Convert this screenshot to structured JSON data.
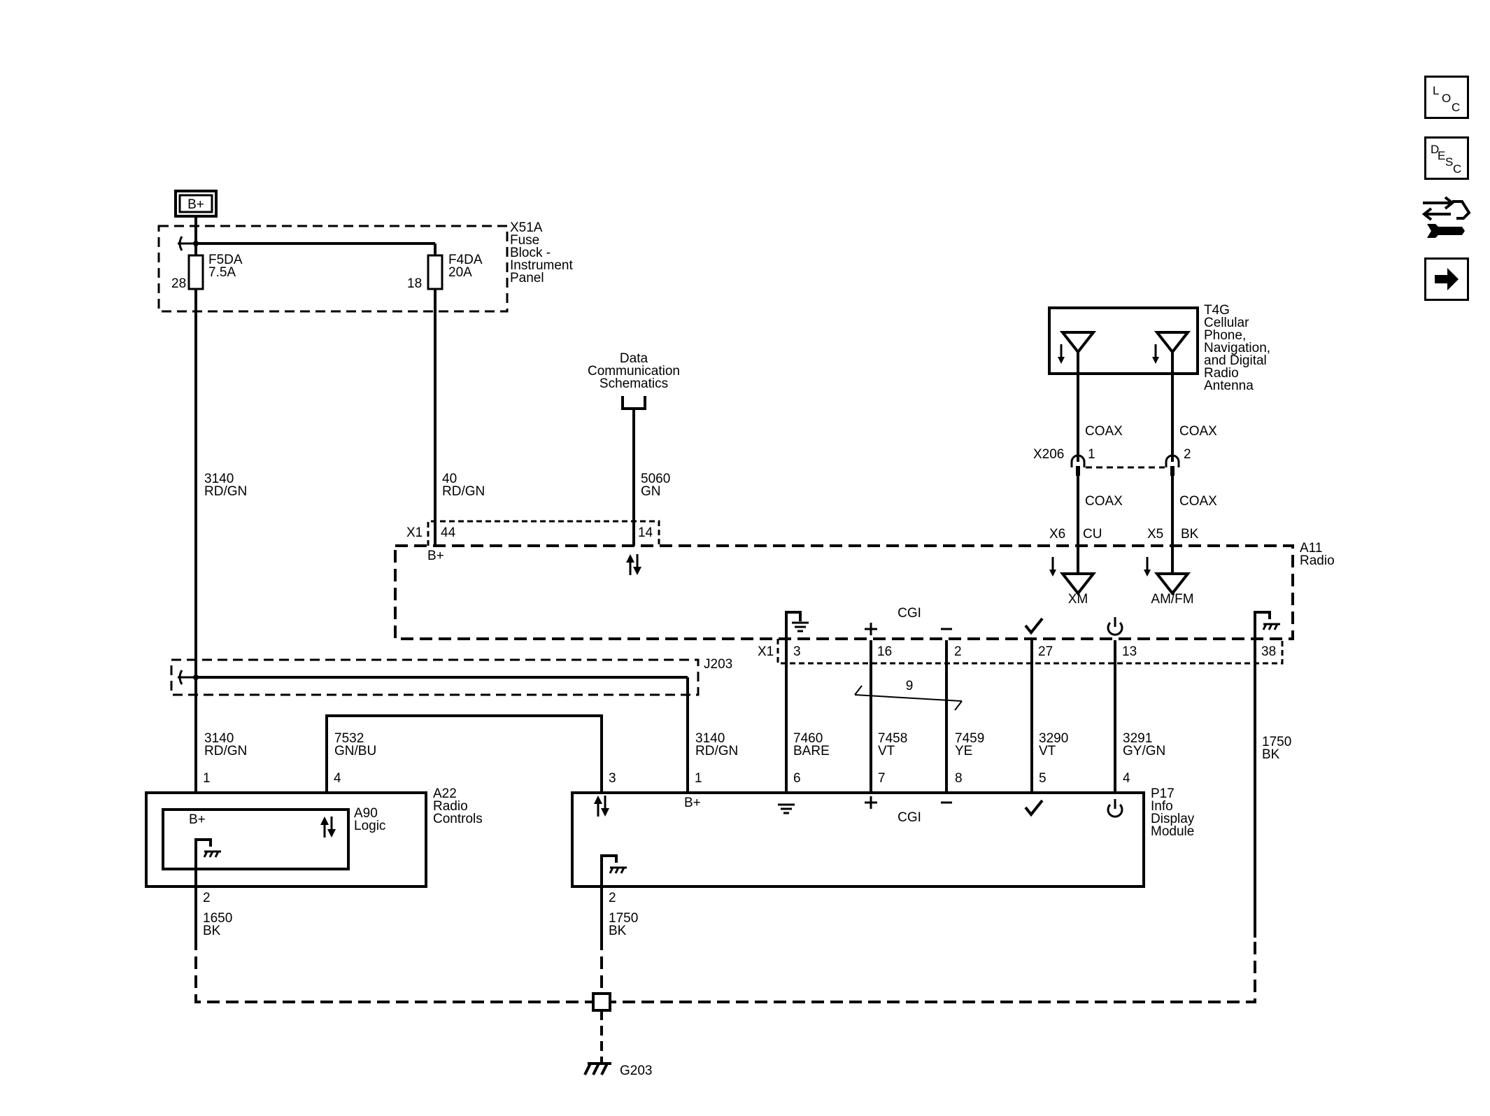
{
  "power": {
    "label": "B+"
  },
  "fuse_block": {
    "id": "X51A",
    "desc": [
      "Fuse",
      "Block -",
      "Instrument",
      "Panel"
    ],
    "fuse1": {
      "name": "F5DA",
      "rating": "7.5A",
      "pin": "28"
    },
    "fuse2": {
      "name": "F4DA",
      "rating": "20A",
      "pin": "18"
    }
  },
  "data_comm": [
    "Data",
    "Communication",
    "Schematics"
  ],
  "antenna": {
    "id": "T4G",
    "desc": [
      "Cellular",
      "Phone,",
      "Navigation,",
      "and Digital",
      "Radio",
      "Antenna"
    ]
  },
  "inline_connector": {
    "id": "X206",
    "pins": [
      "1",
      "2"
    ]
  },
  "radio": {
    "id": "A11",
    "desc": [
      "Radio"
    ],
    "cgi": "CGI",
    "xm": "XM",
    "amfm": "AM/FM",
    "b_plus": "B+",
    "connector_top": "X1",
    "connector_bottom": "X1",
    "x6": {
      "connector": "X6",
      "pin": "CU"
    },
    "x5": {
      "connector": "X5",
      "pin": "BK"
    },
    "top_pins": [
      "44",
      "14"
    ],
    "bottom_pins": [
      "3",
      "16",
      "2",
      "27",
      "13",
      "38"
    ]
  },
  "splice": {
    "id": "J203"
  },
  "radio_controls": {
    "id": "A22",
    "desc": [
      "Radio",
      "Controls"
    ],
    "logic_id": "A90",
    "logic_desc": [
      "Logic"
    ],
    "b_plus": "B+",
    "pins": [
      "1",
      "4",
      "2"
    ]
  },
  "display_module": {
    "id": "P17",
    "desc": [
      "Info",
      "Display",
      "Module"
    ],
    "cgi": "CGI",
    "b_plus": "B+",
    "pins": [
      "3",
      "1",
      "6",
      "7",
      "8",
      "5",
      "4",
      "2"
    ]
  },
  "twisted_pair": "9",
  "ground": {
    "id": "G203"
  },
  "wires": {
    "w3140_top": [
      "3140",
      "RD/GN"
    ],
    "w40": [
      "40",
      "RD/GN"
    ],
    "w5060": [
      "5060",
      "GN"
    ],
    "w3140_left": [
      "3140",
      "RD/GN"
    ],
    "w7532": [
      "7532",
      "GN/BU"
    ],
    "w3140_right": [
      "3140",
      "RD/GN"
    ],
    "w7460": [
      "7460",
      "BARE"
    ],
    "w7458": [
      "7458",
      "VT"
    ],
    "w7459": [
      "7459",
      "YE"
    ],
    "w3290": [
      "3290",
      "VT"
    ],
    "w3291": [
      "3291",
      "GY/GN"
    ],
    "w1750_right": [
      "1750",
      "BK"
    ],
    "w1650": [
      "1650",
      "BK"
    ],
    "w1750_mid": [
      "1750",
      "BK"
    ],
    "coax1_top": "COAX",
    "coax2_top": "COAX",
    "coax1_bottom": "COAX",
    "coax2_bottom": "COAX"
  },
  "side_buttons": {
    "loc": [
      "L",
      "O",
      "C"
    ],
    "desc": [
      "D",
      "E",
      "S",
      "C"
    ],
    "icons": [
      "connector-repair-icon",
      "arrow-right-icon"
    ]
  }
}
